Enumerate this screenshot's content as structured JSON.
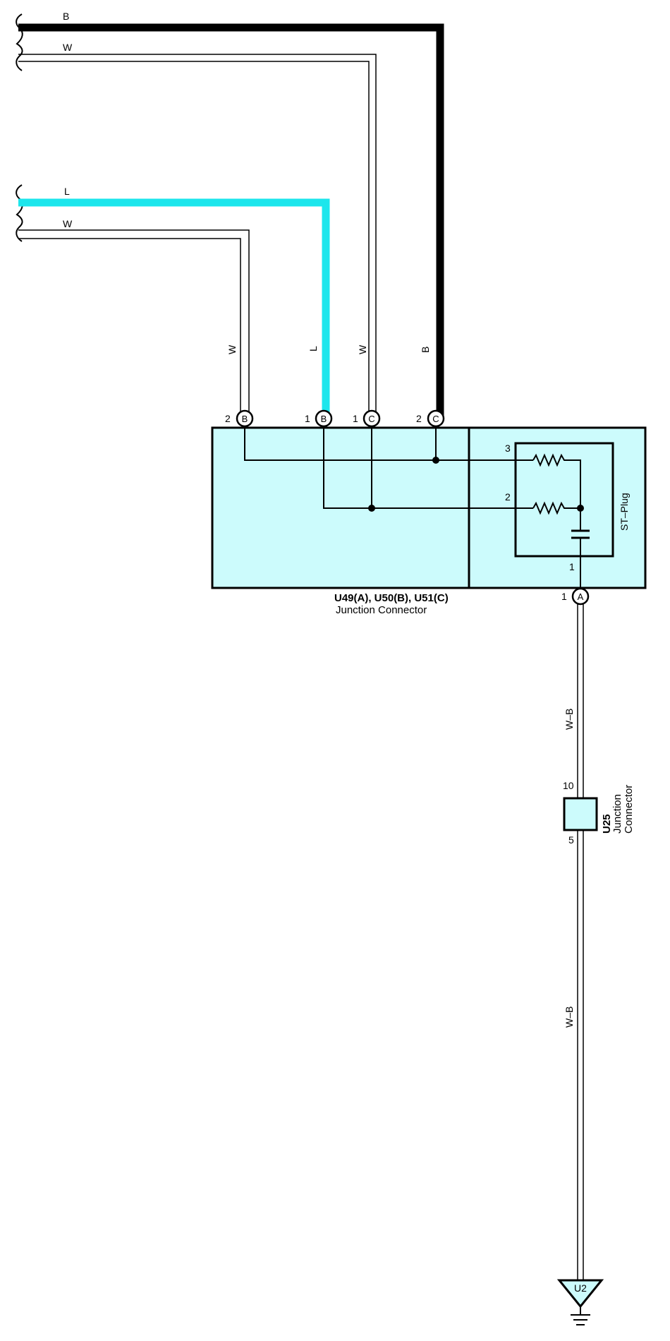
{
  "colors": {
    "background": "#ffffff",
    "box_fill": "#ccfbfc",
    "wire_L": "#1de6ec",
    "wire_black": "#000000",
    "line": "#000000"
  },
  "wires": {
    "top_black": "B",
    "top_white": "W",
    "mid_blue": "L",
    "mid_white": "W",
    "vertical_w_left": "W",
    "vertical_l": "L",
    "vertical_w_right": "W",
    "vertical_b": "B",
    "ground_upper": "W–B",
    "ground_lower": "W–B"
  },
  "junction": {
    "pins": [
      {
        "number": "2",
        "connector": "B"
      },
      {
        "number": "1",
        "connector": "B"
      },
      {
        "number": "1",
        "connector": "C"
      },
      {
        "number": "2",
        "connector": "C"
      }
    ],
    "label_main": "U49(A), U50(B), U51(C)",
    "label_sub": "Junction Connector",
    "bottom_pin_number": "1",
    "bottom_pin_connector": "A"
  },
  "st_plug": {
    "label": "ST–Plug",
    "pin3": "3",
    "pin2": "2",
    "pin1": "1"
  },
  "u25": {
    "pin_top": "10",
    "pin_bottom": "5",
    "name": "U25",
    "desc_line1": "Junction",
    "desc_line2": "Connector"
  },
  "ground": {
    "label": "U2"
  }
}
